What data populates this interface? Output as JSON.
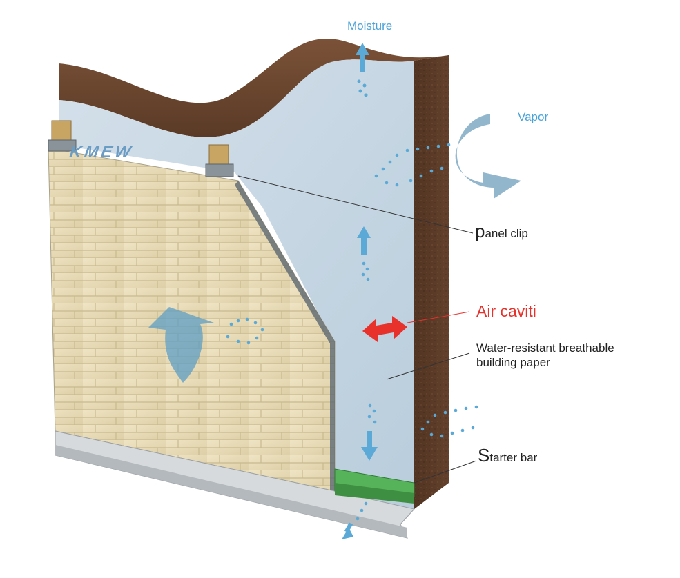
{
  "labels": {
    "moisture": "Moisture",
    "vapor": "Vapor",
    "panel_clip_initial": "p",
    "panel_clip_rest": "anel clip",
    "air_cavity": "Air caviti",
    "paper_line1": "Water-resistant breathable",
    "paper_line2": "building paper",
    "starter_initial": "S",
    "starter_rest": "tarter bar",
    "brand": "KMEW"
  },
  "colors": {
    "label_blue": "#4aa3d8",
    "air_cavity_red": "#e8312b",
    "arrow_blue": "#5aa9d6",
    "brick_brown": "#5a3a26",
    "building_paper": "#c9d8e4",
    "stone_panel": "#e8dcb8",
    "starter_green": "#57b35a"
  }
}
